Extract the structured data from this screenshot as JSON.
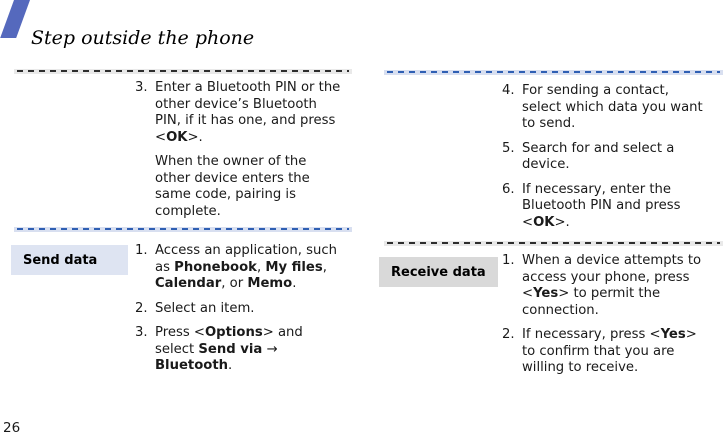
{
  "header": {
    "title": "Step outside the phone"
  },
  "page": {
    "number": "26"
  },
  "colors": {
    "accent": "#5569bd",
    "dash_blue": "#2f5fb3",
    "band_blue": "#d8dff0",
    "dash_dark": "#2e2e2e",
    "band_gray": "#e9e9e9",
    "send_label_bg": "#dee4f2",
    "receive_label_bg": "#d9d9d9"
  },
  "labels": {
    "send_data": "Send data",
    "receive_data": "Receive data"
  },
  "left_column": {
    "pairing_steps": [
      {
        "number": "3.",
        "lines": [
          [
            {
              "t": "Enter a Bluetooth PIN or the"
            }
          ],
          [
            {
              "t": "other device’s Bluetooth"
            }
          ],
          [
            {
              "t": "PIN, if it has one, and press"
            }
          ],
          [
            {
              "t": "<"
            },
            {
              "t": "OK",
              "b": true
            },
            {
              "t": ">."
            }
          ]
        ]
      },
      {
        "number": "",
        "lines": [
          [
            {
              "t": "When the owner of the"
            }
          ],
          [
            {
              "t": "other device enters the"
            }
          ],
          [
            {
              "t": "same code, pairing is"
            }
          ],
          [
            {
              "t": "complete."
            }
          ]
        ]
      }
    ],
    "send_data_steps": [
      {
        "number": "1.",
        "lines": [
          [
            {
              "t": "Access an application, such"
            }
          ],
          [
            {
              "t": "as "
            },
            {
              "t": "Phonebook",
              "b": true
            },
            {
              "t": ", "
            },
            {
              "t": "My files",
              "b": true
            },
            {
              "t": ","
            }
          ],
          [
            {
              "t": "Calendar",
              "b": true
            },
            {
              "t": ", or "
            },
            {
              "t": "Memo",
              "b": true
            },
            {
              "t": "."
            }
          ]
        ]
      },
      {
        "number": "2.",
        "lines": [
          [
            {
              "t": "Select an item."
            }
          ]
        ]
      },
      {
        "number": "3.",
        "lines": [
          [
            {
              "t": "Press <"
            },
            {
              "t": "Options",
              "b": true
            },
            {
              "t": "> and"
            }
          ],
          [
            {
              "t": "select "
            },
            {
              "t": "Send via",
              "b": true
            },
            {
              "t": " →"
            }
          ],
          [
            {
              "t": "Bluetooth",
              "b": true
            },
            {
              "t": "."
            }
          ]
        ]
      }
    ]
  },
  "right_column": {
    "send_data_steps_cont": [
      {
        "number": "4.",
        "lines": [
          [
            {
              "t": "For sending a contact,"
            }
          ],
          [
            {
              "t": "select which data you want"
            }
          ],
          [
            {
              "t": "to send."
            }
          ]
        ]
      },
      {
        "number": "5.",
        "lines": [
          [
            {
              "t": "Search for and select a"
            }
          ],
          [
            {
              "t": "device."
            }
          ]
        ]
      },
      {
        "number": "6.",
        "lines": [
          [
            {
              "t": "If necessary, enter the"
            }
          ],
          [
            {
              "t": "Bluetooth PIN and press"
            }
          ],
          [
            {
              "t": "<"
            },
            {
              "t": "OK",
              "b": true
            },
            {
              "t": ">."
            }
          ]
        ]
      }
    ],
    "receive_data_steps": [
      {
        "number": "1.",
        "lines": [
          [
            {
              "t": "When a device attempts to"
            }
          ],
          [
            {
              "t": "access your phone, press"
            }
          ],
          [
            {
              "t": "<"
            },
            {
              "t": "Yes",
              "b": true
            },
            {
              "t": "> to permit the"
            }
          ],
          [
            {
              "t": "connection."
            }
          ]
        ]
      },
      {
        "number": "2.",
        "lines": [
          [
            {
              "t": "If necessary, press <"
            },
            {
              "t": "Yes",
              "b": true
            },
            {
              "t": ">"
            }
          ],
          [
            {
              "t": "to confirm that you are"
            }
          ],
          [
            {
              "t": "willing to receive."
            }
          ]
        ]
      }
    ]
  }
}
